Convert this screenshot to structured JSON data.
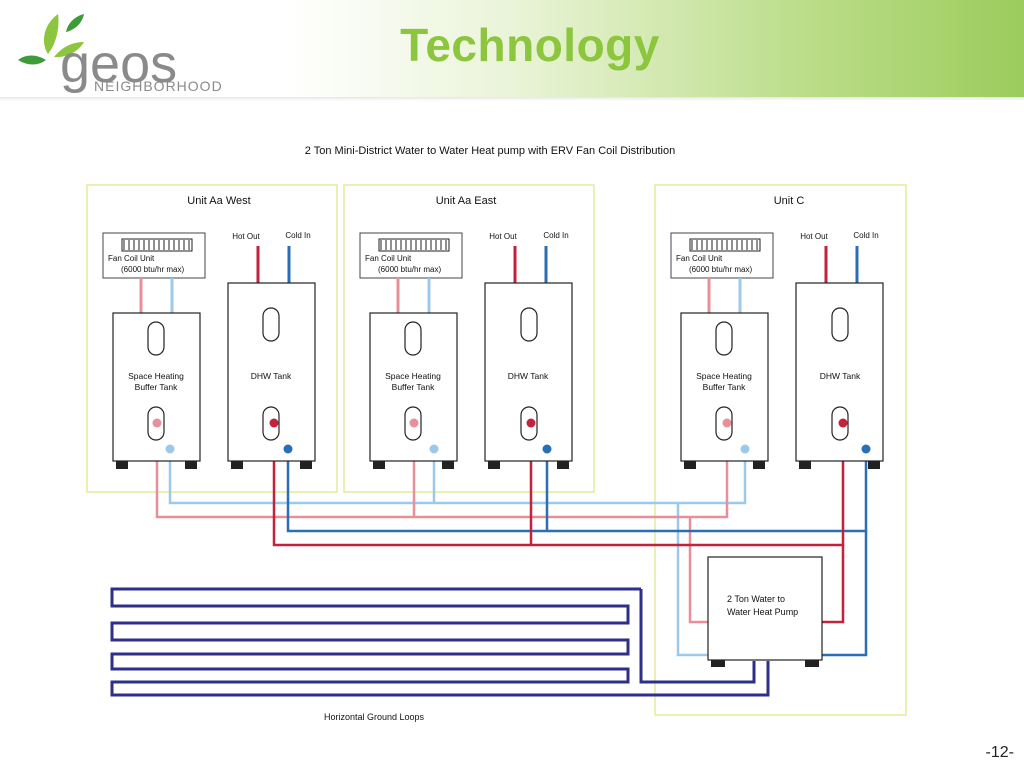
{
  "brand": {
    "name": "geos",
    "tagline": "NEIGHBORHOOD",
    "colors": {
      "leaf_light": "#8cc63f",
      "leaf_dark": "#3e9b3a",
      "wordmark": "#8a8a8a"
    }
  },
  "slide": {
    "title": "Technology",
    "title_color": "#8cc63f",
    "page_number": "-12-"
  },
  "diagram": {
    "title": "2 Ton Mini-District Water to Water Heat pump with ERV Fan Coil Distribution",
    "units": [
      {
        "name": "Unit Aa West",
        "fan_coil": {
          "label": "Fan Coil Unit",
          "rating": "(6000 btu/hr max)"
        },
        "buffer_tank": {
          "line1": "Space Heating",
          "line2": "Buffer Tank"
        },
        "dhw_tank": "DHW Tank",
        "hot_out": "Hot Out",
        "cold_in": "Cold In"
      },
      {
        "name": "Unit Aa East",
        "fan_coil": {
          "label": "Fan Coil Unit",
          "rating": "(6000 btu/hr max)"
        },
        "buffer_tank": {
          "line1": "Space Heating",
          "line2": "Buffer Tank"
        },
        "dhw_tank": "DHW Tank",
        "hot_out": "Hot Out",
        "cold_in": "Cold In"
      },
      {
        "name": "Unit C",
        "fan_coil": {
          "label": "Fan Coil Unit",
          "rating": "(6000 btu/hr max)"
        },
        "buffer_tank": {
          "line1": "Space Heating",
          "line2": "Buffer Tank"
        },
        "dhw_tank": "DHW Tank",
        "hot_out": "Hot Out",
        "cold_in": "Cold In"
      }
    ],
    "heat_pump": {
      "line1": "2 Ton Water to",
      "line2": "Water Heat Pump"
    },
    "ground_loops_label": "Horizontal Ground Loops",
    "colors": {
      "unit_border": "#e6ea9c",
      "hot_red": "#c4213a",
      "cold_blue": "#2a6fb5",
      "space_pink": "#e8909a",
      "space_lightblue": "#9cc8ea",
      "ground_loop": "#2e2f8a",
      "equipment_stroke": "#222222"
    }
  }
}
